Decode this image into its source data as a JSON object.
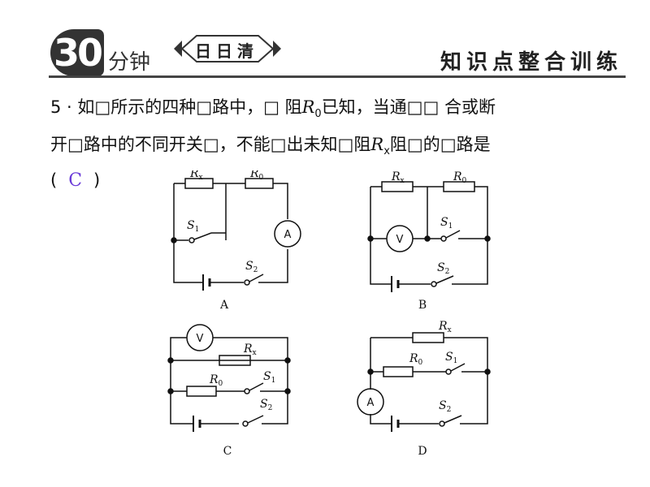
{
  "header": {
    "badge_number": "30",
    "badge_unit": "分钟",
    "badge_tag": "日日清",
    "title": "知识点整合训练"
  },
  "question": {
    "line1_prefix": "5 · 如□所示的四种□路中，□ 阻",
    "r0_symbol": "R",
    "r0_sub": "0",
    "line1_suffix": "已知，当通□□ 合或断",
    "line2_prefix": "开□路中的不同开关□，不能□出未知□阻",
    "rx_symbol": "R",
    "rx_sub": "x",
    "line2_suffix": "阻□的□路是",
    "paren_open": "(",
    "answer": "C",
    "paren_close": ")"
  },
  "circuits": [
    {
      "label": "A",
      "rx": "R",
      "rx_sub": "x",
      "r0": "R",
      "r0_sub": "0",
      "s1": "S",
      "s1_sub": "1",
      "s2": "S",
      "s2_sub": "2",
      "meter": "A"
    },
    {
      "label": "B",
      "rx": "R",
      "rx_sub": "x",
      "r0": "R",
      "r0_sub": "0",
      "s1": "S",
      "s1_sub": "1",
      "s2": "S",
      "s2_sub": "2",
      "meter": "V"
    },
    {
      "label": "C",
      "rx": "R",
      "rx_sub": "x",
      "r0": "R",
      "r0_sub": "0",
      "s1": "S",
      "s1_sub": "1",
      "s2": "S",
      "s2_sub": "2",
      "meter": "V"
    },
    {
      "label": "D",
      "rx": "R",
      "rx_sub": "x",
      "r0": "R",
      "r0_sub": "0",
      "s1": "S",
      "s1_sub": "1",
      "s2": "S",
      "s2_sub": "2",
      "meter": "A"
    }
  ]
}
